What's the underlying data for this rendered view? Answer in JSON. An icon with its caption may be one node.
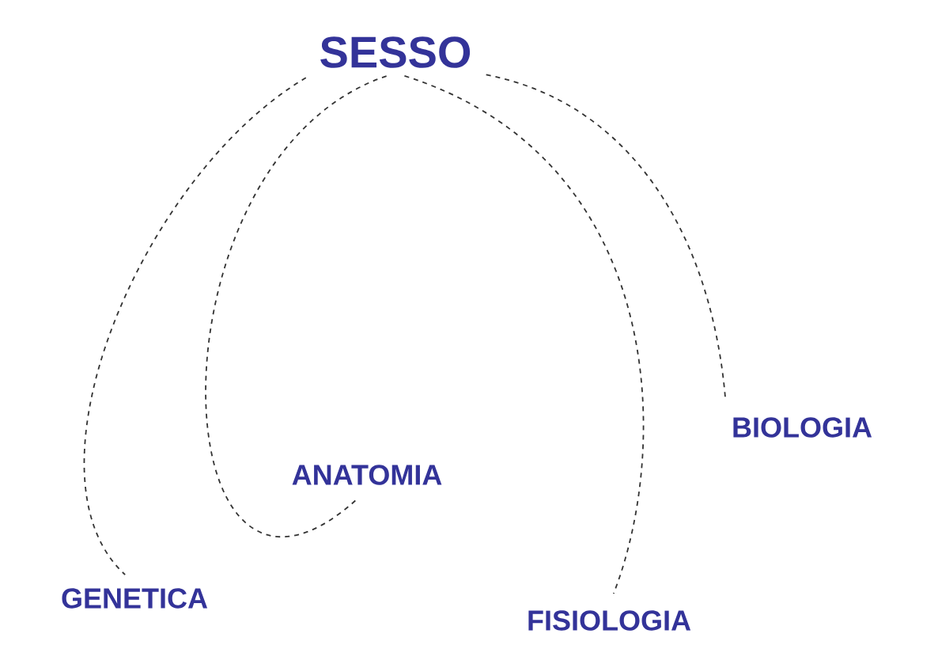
{
  "diagram": {
    "nodes": [
      {
        "text": [
          "SESSO"
        ]
      },
      {
        "text": [
          "BIOLOGIA"
        ]
      },
      {
        "text": [
          "ANATOMIA"
        ]
      },
      {
        "text": [
          "GENETICA"
        ]
      },
      {
        "text": [
          "FISIOLOGIA"
        ]
      }
    ],
    "edges": [
      {
        "from": 0,
        "to": 3,
        "arrow": "none",
        "style": "dashed"
      },
      {
        "from": 0,
        "to": 2,
        "arrow": "none",
        "style": "dashed"
      },
      {
        "from": 0,
        "to": 4,
        "arrow": "none",
        "style": "dashed"
      },
      {
        "from": 0,
        "to": 1,
        "arrow": "none",
        "style": "dashed"
      }
    ]
  }
}
